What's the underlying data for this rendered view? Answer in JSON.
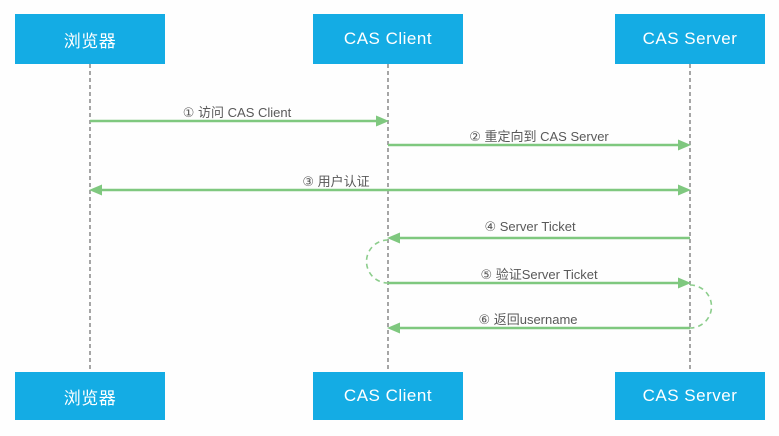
{
  "diagram": {
    "title_hint": "CAS single sign-on sequence diagram",
    "actors": [
      {
        "id": "browser",
        "label": "浏览器"
      },
      {
        "id": "cas-client",
        "label": "CAS Client"
      },
      {
        "id": "cas-server",
        "label": "CAS Server"
      }
    ],
    "messages": [
      {
        "num": "①",
        "label": "① 访问 CAS Client",
        "from": "browser",
        "to": "cas-client",
        "direction": "right"
      },
      {
        "num": "②",
        "label": "② 重定向到 CAS Server",
        "from": "cas-client",
        "to": "cas-server",
        "direction": "right"
      },
      {
        "num": "③",
        "label": "③ 用户认证",
        "from": "browser",
        "to": "cas-server",
        "direction": "both"
      },
      {
        "num": "④",
        "label": "④ Server Ticket",
        "from": "cas-server",
        "to": "cas-client",
        "direction": "left"
      },
      {
        "num": "⑤",
        "label": "⑤ 验证Server Ticket",
        "from": "cas-client",
        "to": "cas-server",
        "direction": "right"
      },
      {
        "num": "⑥",
        "label": "⑥ 返回username",
        "from": "cas-server",
        "to": "cas-client",
        "direction": "left"
      }
    ],
    "loops": [
      {
        "at": "cas-client",
        "between": [
          "④ Server Ticket",
          "⑤ 验证Server Ticket"
        ],
        "side": "left"
      },
      {
        "at": "cas-server",
        "between": [
          "⑤ 验证Server Ticket",
          "⑥ 返回username"
        ],
        "side": "right"
      }
    ],
    "colors": {
      "actor_fill": "#14ace4",
      "actor_text": "#ffffff",
      "arrow_green": "#7fc87f",
      "lifeline_gray": "#8f8f8f",
      "label_text": "#595959",
      "background": "#fefefe"
    }
  }
}
